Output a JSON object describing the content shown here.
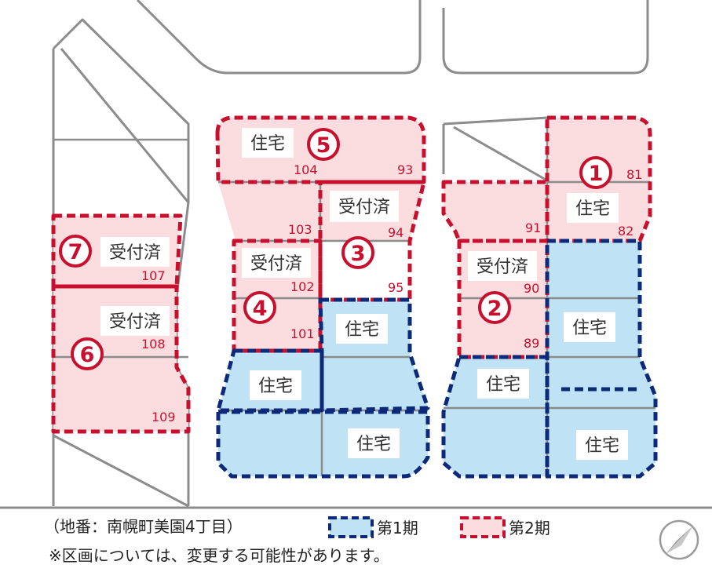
{
  "lots": {
    "n1": "①",
    "n2": "②",
    "n3": "③",
    "n4": "④",
    "n5": "⑤",
    "n6": "⑥",
    "n7": "⑦",
    "residential": "住宅",
    "accepted": "受付済"
  },
  "parcels": {
    "p81": "81",
    "p82": "82",
    "p89": "89",
    "p90": "90",
    "p91": "91",
    "p93": "93",
    "p94": "94",
    "p95": "95",
    "p101": "101",
    "p102": "102",
    "p103": "103",
    "p104": "104",
    "p107": "107",
    "p108": "108",
    "p109": "109"
  },
  "footer": {
    "address": "（地番：南幌町美園4丁目）",
    "legend_phase1": "第1期",
    "legend_phase2": "第2期",
    "disclaimer": "※区画については、変更する可能性があります。"
  },
  "colors": {
    "phase1_border": "#0d2a7a",
    "phase1_fill": "#bfe3f5",
    "phase2_border": "#c8102e",
    "phase2_fill": "#fbdde0"
  },
  "icons": {
    "compass": "north-arrow-icon"
  }
}
